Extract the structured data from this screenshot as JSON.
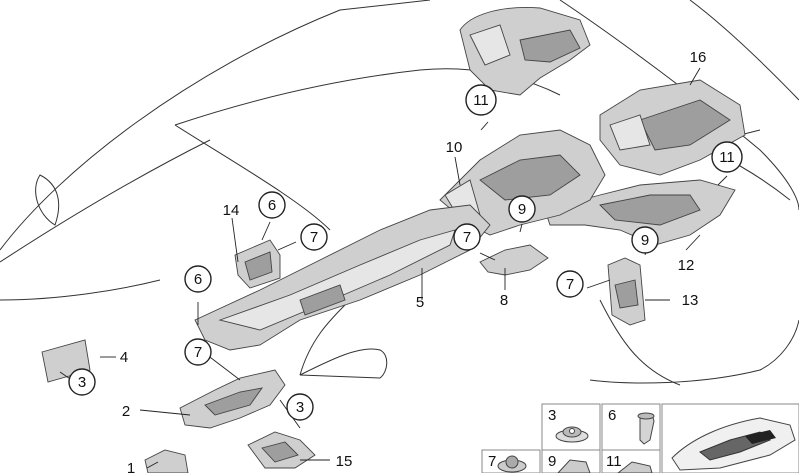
{
  "diagram": {
    "callouts": [
      {
        "id": "c1",
        "number": "1",
        "circled": false
      },
      {
        "id": "c2",
        "number": "2",
        "circled": false
      },
      {
        "id": "c3a",
        "number": "3",
        "circled": true
      },
      {
        "id": "c3b",
        "number": "3",
        "circled": true
      },
      {
        "id": "c4",
        "number": "4",
        "circled": false
      },
      {
        "id": "c5",
        "number": "5",
        "circled": false
      },
      {
        "id": "c6a",
        "number": "6",
        "circled": true
      },
      {
        "id": "c6b",
        "number": "6",
        "circled": true
      },
      {
        "id": "c7a",
        "number": "7",
        "circled": true
      },
      {
        "id": "c7b",
        "number": "7",
        "circled": true
      },
      {
        "id": "c7c",
        "number": "7",
        "circled": true
      },
      {
        "id": "c7d",
        "number": "7",
        "circled": true
      },
      {
        "id": "c8",
        "number": "8",
        "circled": false
      },
      {
        "id": "c9a",
        "number": "9",
        "circled": true
      },
      {
        "id": "c9b",
        "number": "9",
        "circled": true
      },
      {
        "id": "c10",
        "number": "10",
        "circled": false
      },
      {
        "id": "c11a",
        "number": "11",
        "circled": true
      },
      {
        "id": "c11b",
        "number": "11",
        "circled": true
      },
      {
        "id": "c12",
        "number": "12",
        "circled": false
      },
      {
        "id": "c13",
        "number": "13",
        "circled": false
      },
      {
        "id": "c14",
        "number": "14",
        "circled": false
      },
      {
        "id": "c15",
        "number": "15",
        "circled": false
      },
      {
        "id": "c16",
        "number": "16",
        "circled": false
      }
    ],
    "legend_tiles": [
      {
        "id": "t3",
        "number": "3"
      },
      {
        "id": "t6",
        "number": "6"
      },
      {
        "id": "t7",
        "number": "7"
      },
      {
        "id": "t9",
        "number": "9"
      },
      {
        "id": "t11",
        "number": "11"
      }
    ]
  }
}
